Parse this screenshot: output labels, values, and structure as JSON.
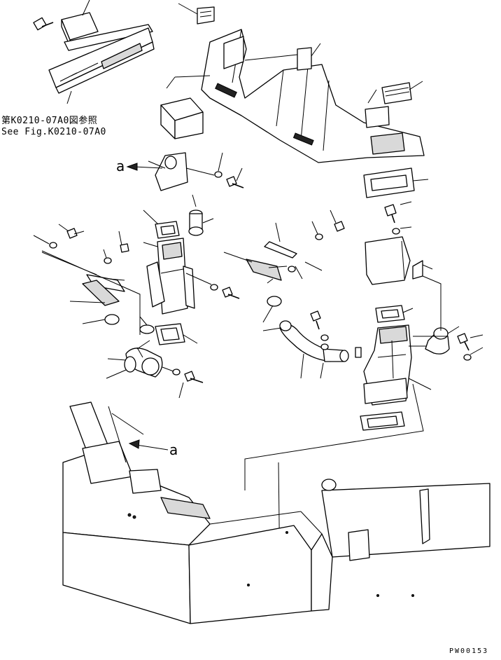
{
  "reference": {
    "line_jp": "第K0210-07A0図参照",
    "line_en": "See Fig.K0210-07A0"
  },
  "callouts": {
    "upper": "a",
    "lower": "a"
  },
  "drawing_code": "PW00153"
}
